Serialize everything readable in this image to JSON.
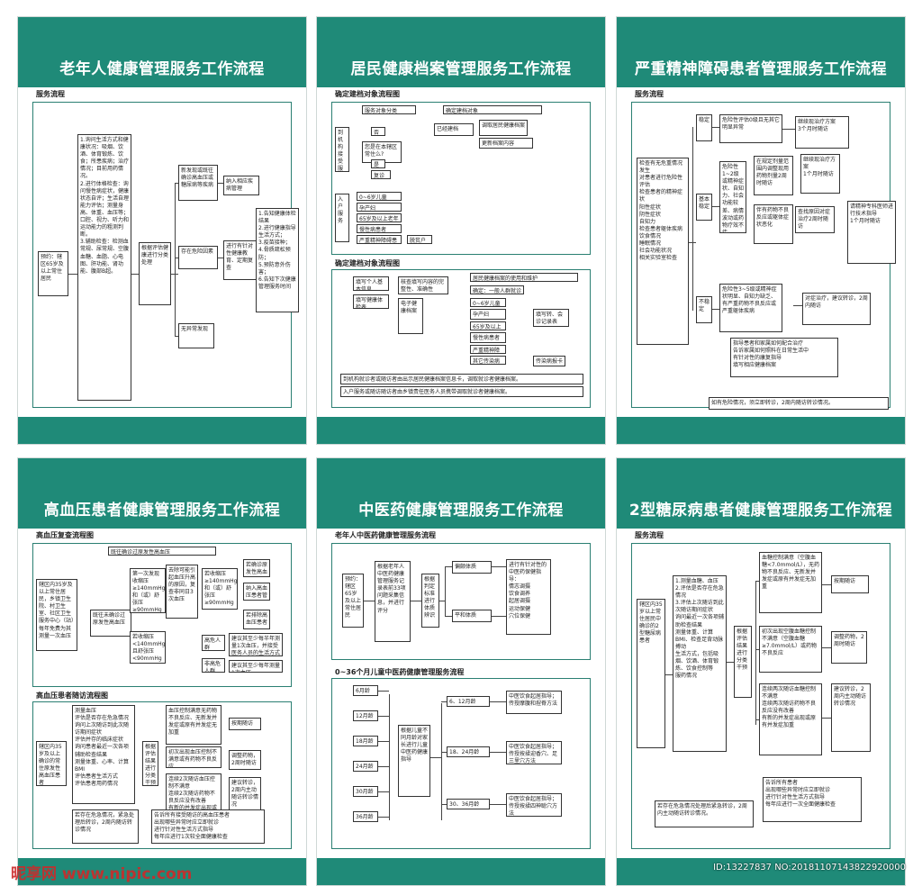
{
  "posters": [
    {
      "title": "老年人健康管理服务工作流程",
      "section": "服务流程",
      "boxes": [
        "预约：辖区65岁及以上常住居民",
        "1.询问生活方式和健康状况：吸烟、饮酒、体育锻炼、饮食；所患疾病；治疗情况；目前用药情况。\n2.进行体格检查：询问慢性病症状，健康状态自评；生活自理能力评估；测量身高、体重、血压等；口腔、视力、听力和运动能力的粗测判断。\n3.辅助检查：检测血常规、尿常规、空腹血糖、血脂、心电图、肝功能、肾功能、腹部B超。",
        "根据评估健康进行分类处理",
        "新发现或既往确诊高血压或糖尿病等疾病",
        "纳入相应疾病管理",
        "存在危险因素",
        "进行有针对性健康教育、定期复查",
        "无异常发现",
        "1.告知健康体检结果\n2.进行健康指导生活方式；\n3.疫苗接种；\n4.骨质疏松预防；\n5.预防意外伤害；\n6.告知下次健康管理服务时间"
      ]
    },
    {
      "title": "居民健康档案管理服务工作流程",
      "section1": "确定建档对象流程图",
      "section2": "确定建档对象流程图",
      "boxes": [
        "服务对象分类",
        "确定建档对象",
        "到机构接受服务的居民",
        "您是在本辖区常住么?",
        "复诊",
        "已经建档",
        "调取居民健康档案",
        "更新档案内容",
        "否",
        "是",
        "入户服务",
        "0~6岁儿童",
        "孕产妇",
        "65岁及以上老年人",
        "慢性病患者",
        "严重精神障碍患者",
        "脱贫户人员",
        "填写个人基本信息",
        "填写健康体检表",
        "核查填写内容的完整性、准确性",
        "电子健康档案",
        "居民健康档案的使用和维护",
        "确定：一般人群就诊者",
        "0~6岁儿童",
        "孕产妇",
        "65岁及以上老年人",
        "慢性病患者",
        "严重精神障碍患者",
        "其它传染病患者",
        "传染病报卡",
        "填写转、会诊记录表",
        "到机构就诊者或随访者由出示居民健康档案信息卡，调取就诊者健康档案。",
        "入户服务或随访随访者由乡镇责任医务人员携带调取就诊者健康档案。"
      ]
    },
    {
      "title": "严重精神障碍患者管理服务工作流程",
      "section": "服务流程",
      "boxes": [
        "检查有无危重情况发生\n对患者进行危险性评估\n检查患者的精神症状\n阳性症状\n阴性症状\n自知力\n检查患者躯体疾病\n饮食情况\n睡眠情况\n社会功能状况\n相关实验室检查",
        "稳定",
        "危险性评估0级且无其它明显异常",
        "继续现治疗方案\n3个月时随访",
        "基本稳定",
        "危险性1~2级或精神症状、自知力、社会功能较差、病情波动或药物疗效不佳",
        "在规定剂量范围内调整现用药物剂量2周时随访",
        "继续现治疗方案\n1个月时随访",
        "伴有药物不良反应或躯体症状恶化",
        "查找原因对症治疗2周时随访",
        "请精神专科医师进行技术指导\n1个月时随访",
        "不稳定",
        "危险性3~5级或精神症状明显、自知力缺乏、有严重药物不良反应或严重躯体疾病",
        "对症治疗，建议转诊，2周内随访",
        "指导患者和家属如何配合治疗\n告诉家属如何照料在日常生活中\n有针对性的康复指导\n填写相应健康档案",
        "如有危险情况，须立即转诊，2周内随访转诊情况。"
      ]
    },
    {
      "title": "高血压患者健康管理服务工作流程",
      "section1": "高血压复查流程图",
      "section2": "高血压患者随访流程图",
      "boxes": [
        "既往确诊过原发性高血压",
        "辖区内35岁及以上常住居民，乡镇卫生院、村卫生室、社区卫生服务中心（站）每年免费为其测量一次血压",
        "既往未确诊过原发性高血压",
        "第一次发现收缩压≥140mmHg和（或）舒张压≥90mmHg",
        "去除可能引起血压升高的原因，复查非同日3次血压",
        "若收缩压≥140mmHg和（或）舒张压≥90mmHg",
        "若确诊原发性高血压",
        "纳入高血压患者管理",
        "若排除高血压患者",
        "若收缩压<140mmHg且舒张压<90mmHg",
        "高危人群",
        "建议其至少每半年测量1次血压，并接受医务人员的生活方式指导",
        "非高危人群",
        "建议其至少每年测量1次血压",
        "辖区内35岁及以上确诊的常住原发性高血压患者",
        "测量血压\n评估是否存在危急情况\n询问上次随访到此次随访期间症状\n评估并存的临床症状\n询问患者最近一次各项辅助检查结果\n测量体重、心率、计算BMI\n评估患者生活方式\n评估患者用药情况",
        "根据评估结果进行分类干预",
        "血压控制满意无药物不良反应、无新发并发症或原有并发症无加重",
        "按期随访",
        "初次出现血压控制不满意或有药物不良反应",
        "调整药物，2周时随访",
        "连续2次随访血压控制不满意\n连续2次随访药物不良反应没有改善\n有新的并发症出现或原有并发症加重",
        "建议转诊，2周内主动随访转诊情况",
        "若存在危急情况，紧急处理后转诊，2周内随访转诊情况",
        "告诉所有接受随访的高血压患者\n出现哪些异常时应立即就诊\n进行针对性生活方式指导\n每年应进行1次较全面健康检查"
      ]
    },
    {
      "title": "中医药健康管理服务工作流程",
      "section1": "老年人中医药健康管理服务流程",
      "section2": "0~36个月儿童中医药健康管理服务流程",
      "boxes": [
        "预约：辖区65岁及以上常住居民",
        "根据老年人中医药健康管理服务记录表前33项问题采集信息，并进行评分",
        "根据判定标准进行体质辨识",
        "偏颇体质",
        "平和体质",
        "进行有针对性的中医药保健指导：\n情志调摄\n饮食调养\n起居调摄\n运动保健\n穴位保健",
        "6月龄",
        "12月龄",
        "18月龄",
        "24月龄",
        "30月龄",
        "36月龄",
        "根据儿童不同月龄对家长进行儿童中医药健康指导",
        "6、12月龄",
        "18、24月龄",
        "30、36月龄",
        "中医饮食起居指导；传授摩腹和捏脊方法",
        "中医饮食起居指导；传授按揉迎香穴、足三里穴方法",
        "中医饮食起居指导；传授按揉四神聪穴方法"
      ]
    },
    {
      "title": "2型糖尿病患者健康管理服务工作流程",
      "section": "服务流程",
      "boxes": [
        "辖区内35岁以上常住居民中确诊的2型糖尿病患者",
        "1.测量血糖、血压\n2.评估是否存在危急情况\n3.评估上次随访到此次随访期间症状\n询问最近一次各项辅助检查结果\n测量体重、计算BMI、检查足背动脉搏动\n生活方式，包括吸烟、饮酒、体育锻炼、饮食控制等\n服药情况",
        "根据评估结果进行分类干预",
        "血糖控制满意（空腹血糖<7.0mmol/L），无药物不良反应、无新发并发症或原有并发症无加重",
        "按期随访",
        "初次出现空腹血糖控制不满意（空腹血糖≥7.0mmol/L）或药物不良反应",
        "调整药物，2周时随访",
        "连续两次随访血糖控制不满意\n连续两次随访药物不良反应没有改善\n有新的并发症出现或原有并发症加重",
        "建议转诊，2周内主动随访转诊情况",
        "若存在危急情况处理后紧急转诊，2周内主动随访转诊情况。",
        "告诉所有患者\n出现哪些异常时应立即就诊\n进行针对性生活方式指导\n每年应进行一次全面健康检查"
      ]
    }
  ],
  "footer": {
    "watermark": "昵享网 www.nipic.com",
    "id": "ID:13227837 NO:20181107143822920000"
  }
}
